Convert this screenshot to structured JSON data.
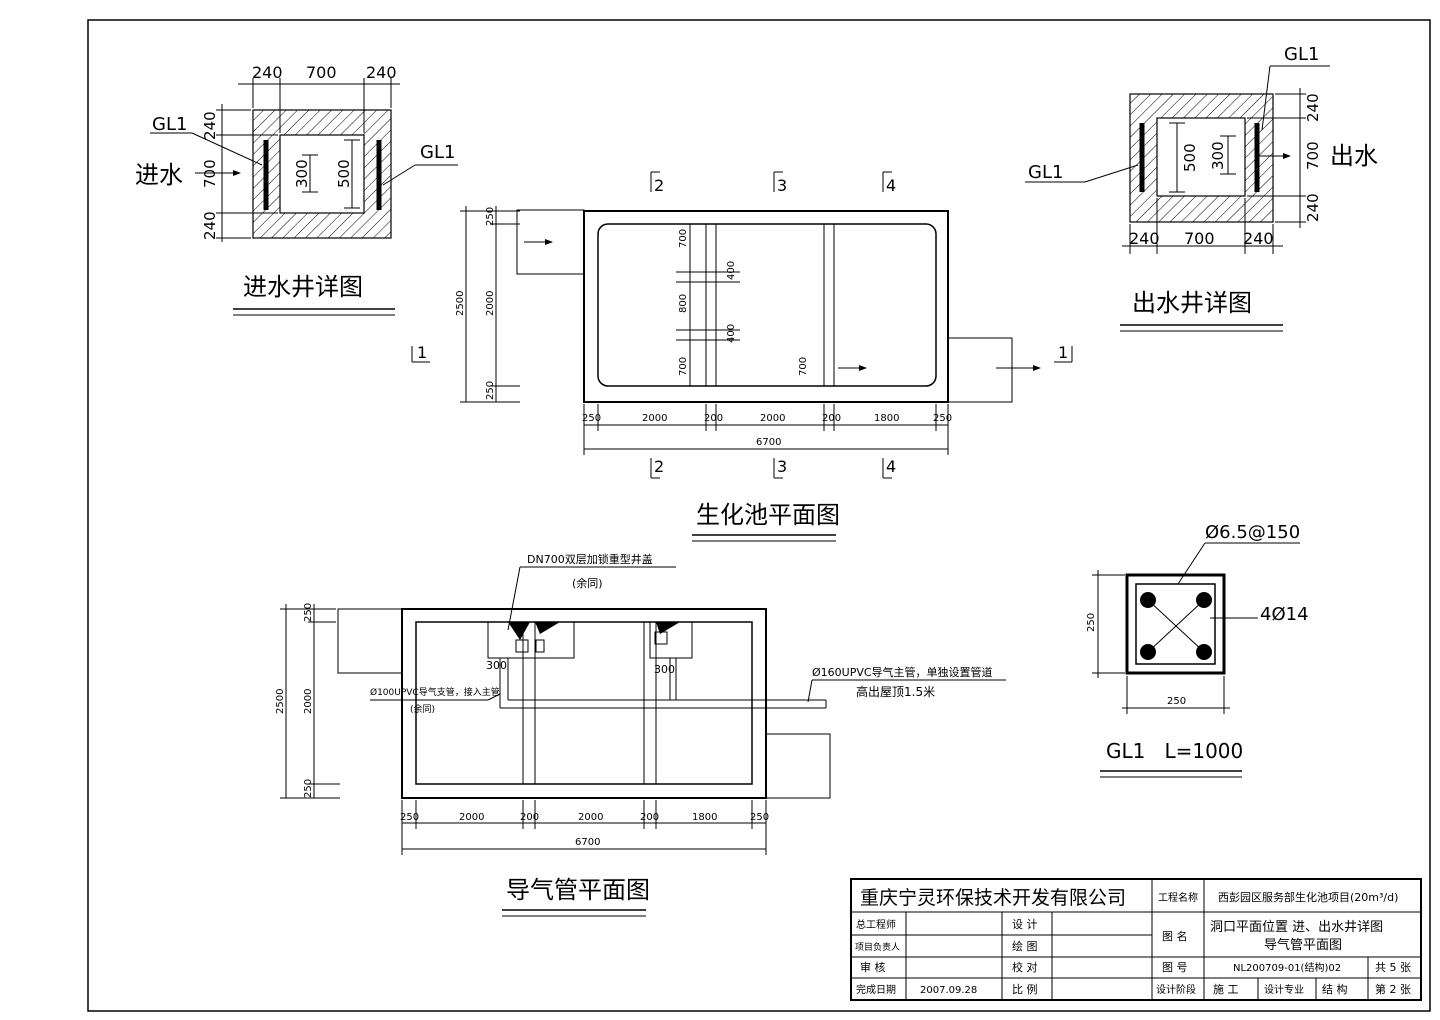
{
  "inlet_well": {
    "title": "进水井详图",
    "dims_top": [
      "240",
      "700",
      "240"
    ],
    "dims_side": [
      "240",
      "700",
      "240"
    ],
    "dim_inner_a": "300",
    "dim_inner_b": "500",
    "label_gl_left": "GL1",
    "label_gl_right": "GL1",
    "flow_label": "进水"
  },
  "outlet_well": {
    "title": "出水井详图",
    "dims_bottom": [
      "240",
      "700",
      "240"
    ],
    "dims_side": [
      "240",
      "700",
      "240"
    ],
    "dim_inner_a": "500",
    "dim_inner_b": "300",
    "label_gl_top": "GL1",
    "label_gl_left": "GL1",
    "flow_label": "出水"
  },
  "tank_plan": {
    "title": "生化池平面图",
    "section_marks": [
      "2",
      "3",
      "4",
      "1"
    ],
    "dims_bottom": [
      "250",
      "2000",
      "200",
      "2000",
      "200",
      "1800",
      "250"
    ],
    "dim_total": "6700",
    "dims_left": [
      "250",
      "2000",
      "250"
    ],
    "dim_left_total": "2500",
    "dims_inner": [
      "700",
      "400",
      "800",
      "400",
      "700",
      "700"
    ]
  },
  "vent_plan": {
    "title": "导气管平面图",
    "note_cover": "DN700双层加锁重型井盖",
    "note_cover_sub": "(余同)",
    "note_branch": "Ø100UPVC导气支管，接入主管",
    "note_branch_sub": "(余同)",
    "note_main": "Ø160UPVC导气主管，单独设置管道",
    "note_main_sub": "高出屋顶1.5米",
    "dim_300a": "300",
    "dim_300b": "300",
    "dims_bottom": [
      "250",
      "2000",
      "200",
      "2000",
      "200",
      "1800",
      "250"
    ],
    "dim_total": "6700",
    "dims_left": [
      "250",
      "2000",
      "250"
    ],
    "dim_left_total": "2500"
  },
  "gl1_section": {
    "stirrup": "Ø6.5@150",
    "rebar": "4Ø14",
    "dim_w": "250",
    "dim_h": "250",
    "title": "GL1   L=1000"
  },
  "title_block": {
    "company": "重庆宁灵环保技术开发有限公司",
    "project_label": "工程名称",
    "project_value": "西彭园区服务部生化池项目(20m³/d)",
    "drawing_label": "图  名",
    "drawing_value_1": "洞口平面位置  进、出水井详图",
    "drawing_value_2": "导气管平面图",
    "chief_engineer": "总工程师",
    "project_lead": "项目负责人",
    "review": "审  核",
    "finish_date": "完成日期",
    "date_value": "2007.09.28",
    "design": "设  计",
    "draw": "绘  图",
    "check": "校  对",
    "scale": "比  例",
    "number_label": "图  号",
    "number_value": "NL200709-01(结构)02",
    "total_sheets": "共 5 张",
    "stage_label": "设计阶段",
    "stage_value": "施  工",
    "major_label": "设计专业",
    "major_value": "结  构",
    "sheet_no": "第 2 张"
  }
}
